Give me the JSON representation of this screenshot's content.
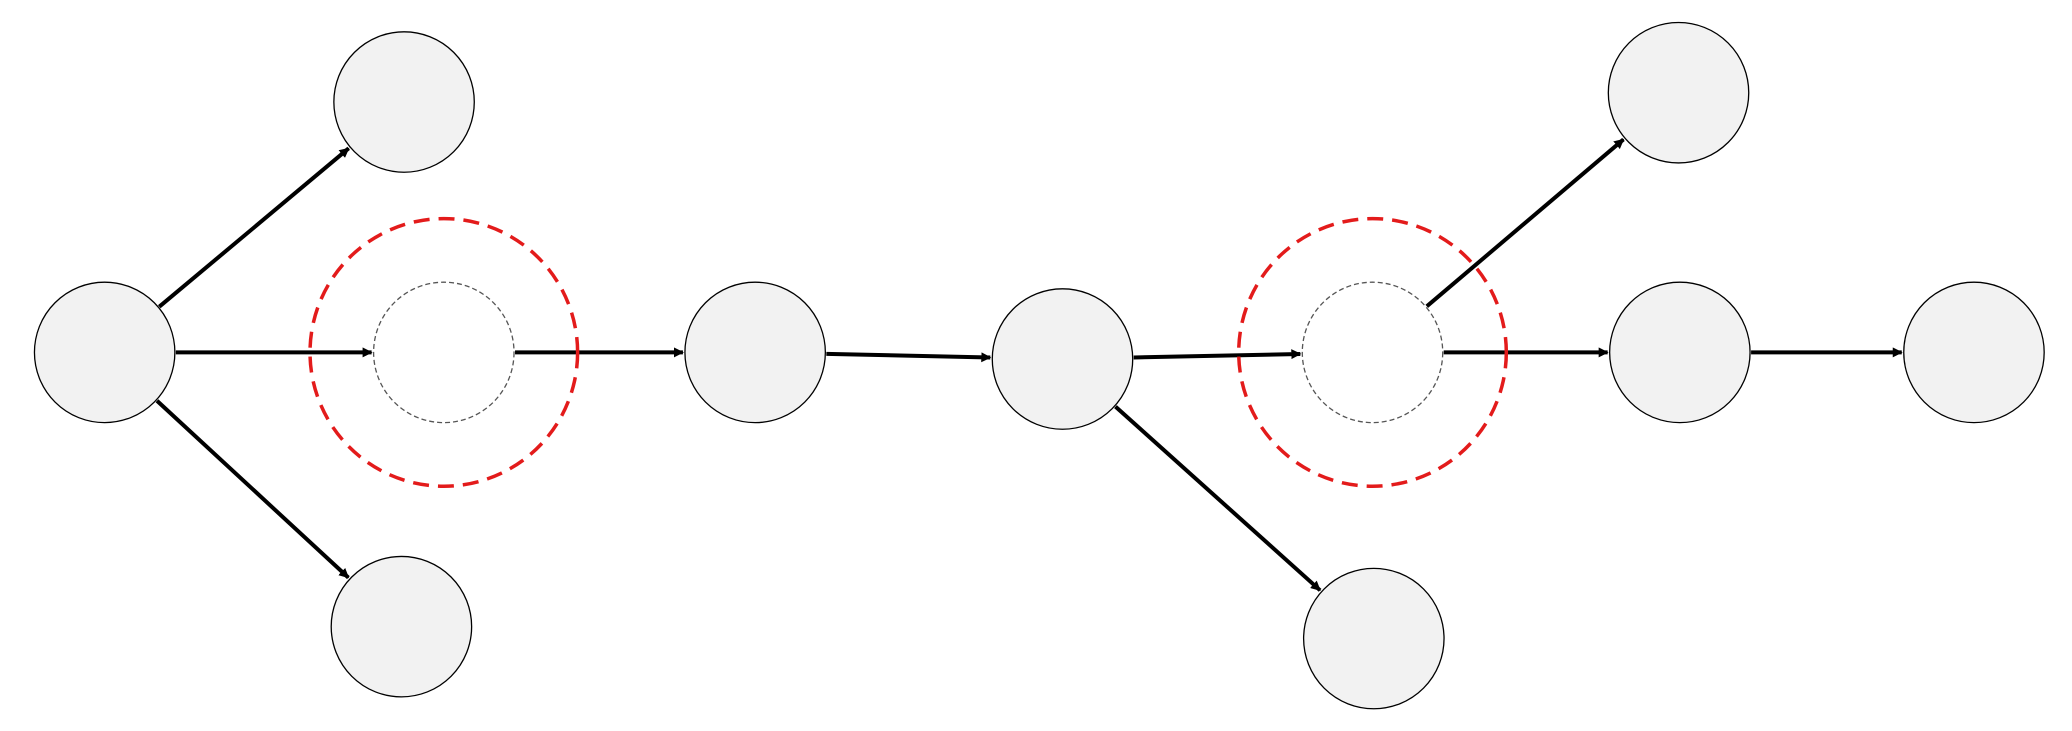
{
  "colors": {
    "background": "#ffffff",
    "node_fill": "#f2f2f2",
    "node_stroke": "#000000",
    "placeholder_stroke": "#555555",
    "highlight_ring": "#e31b1b",
    "edge": "#000000"
  },
  "nodes": [
    {
      "id": "n1",
      "kind": "solid"
    },
    {
      "id": "n2",
      "kind": "solid"
    },
    {
      "id": "n3",
      "kind": "placeholder"
    },
    {
      "id": "n4",
      "kind": "solid"
    },
    {
      "id": "n5",
      "kind": "solid"
    },
    {
      "id": "n6",
      "kind": "solid"
    },
    {
      "id": "n7",
      "kind": "placeholder"
    },
    {
      "id": "n8",
      "kind": "solid"
    },
    {
      "id": "n9",
      "kind": "solid"
    },
    {
      "id": "n10",
      "kind": "solid"
    },
    {
      "id": "n11",
      "kind": "solid"
    }
  ],
  "highlights": [
    {
      "target": "n3"
    },
    {
      "target": "n7"
    }
  ],
  "edges": [
    {
      "from": "n1",
      "to": "n2"
    },
    {
      "from": "n1",
      "to": "n3"
    },
    {
      "from": "n1",
      "to": "n4"
    },
    {
      "from": "n3",
      "to": "n5"
    },
    {
      "from": "n5",
      "to": "n6"
    },
    {
      "from": "n6",
      "to": "n7"
    },
    {
      "from": "n6",
      "to": "n8"
    },
    {
      "from": "n7",
      "to": "n9"
    },
    {
      "from": "n7",
      "to": "n10"
    },
    {
      "from": "n10",
      "to": "n11"
    }
  ]
}
